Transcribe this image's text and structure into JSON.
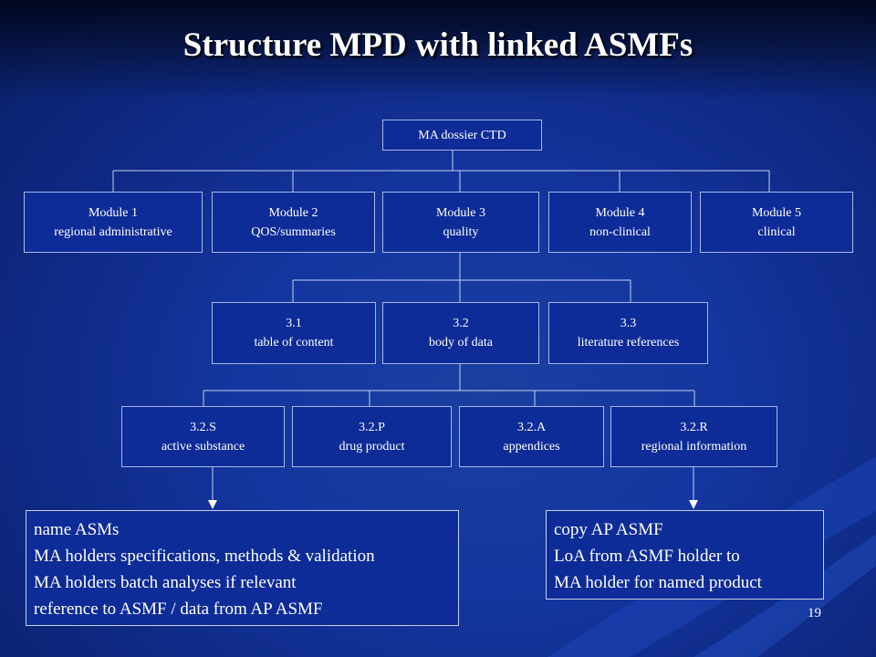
{
  "slide": {
    "title": "Structure MPD with linked ASMFs",
    "page_number": "19"
  },
  "root": {
    "label": "MA dossier CTD"
  },
  "modules": [
    {
      "line1": "Module 1",
      "line2": "regional administrative"
    },
    {
      "line1": "Module 2",
      "line2": "QOS/summaries"
    },
    {
      "line1": "Module 3",
      "line2": "quality"
    },
    {
      "line1": "Module 4",
      "line2": "non-clinical"
    },
    {
      "line1": "Module 5",
      "line2": "clinical"
    }
  ],
  "module3_sections": [
    {
      "line1": "3.1",
      "line2": "table of  content"
    },
    {
      "line1": "3.2",
      "line2": "body of data"
    },
    {
      "line1": "3.3",
      "line2": "literature references"
    }
  ],
  "section32_parts": [
    {
      "line1": "3.2.S",
      "line2": "active substance"
    },
    {
      "line1": "3.2.P",
      "line2": "drug product"
    },
    {
      "line1": "3.2.A",
      "line2": "appendices"
    },
    {
      "line1": "3.2.R",
      "line2": "regional information"
    }
  ],
  "notes": {
    "left": [
      "name ASMs",
      "MA holders specifications, methods & validation",
      "MA holders batch analyses if relevant",
      "reference to ASMF / data from AP ASMF"
    ],
    "right": [
      "copy AP ASMF",
      "LoA from ASMF holder to",
      "MA holder for named product"
    ]
  },
  "colors": {
    "background": "#1436a0",
    "box_fill": "#0e2c97",
    "box_border": "#a9b7e6",
    "text": "#ffffff"
  }
}
